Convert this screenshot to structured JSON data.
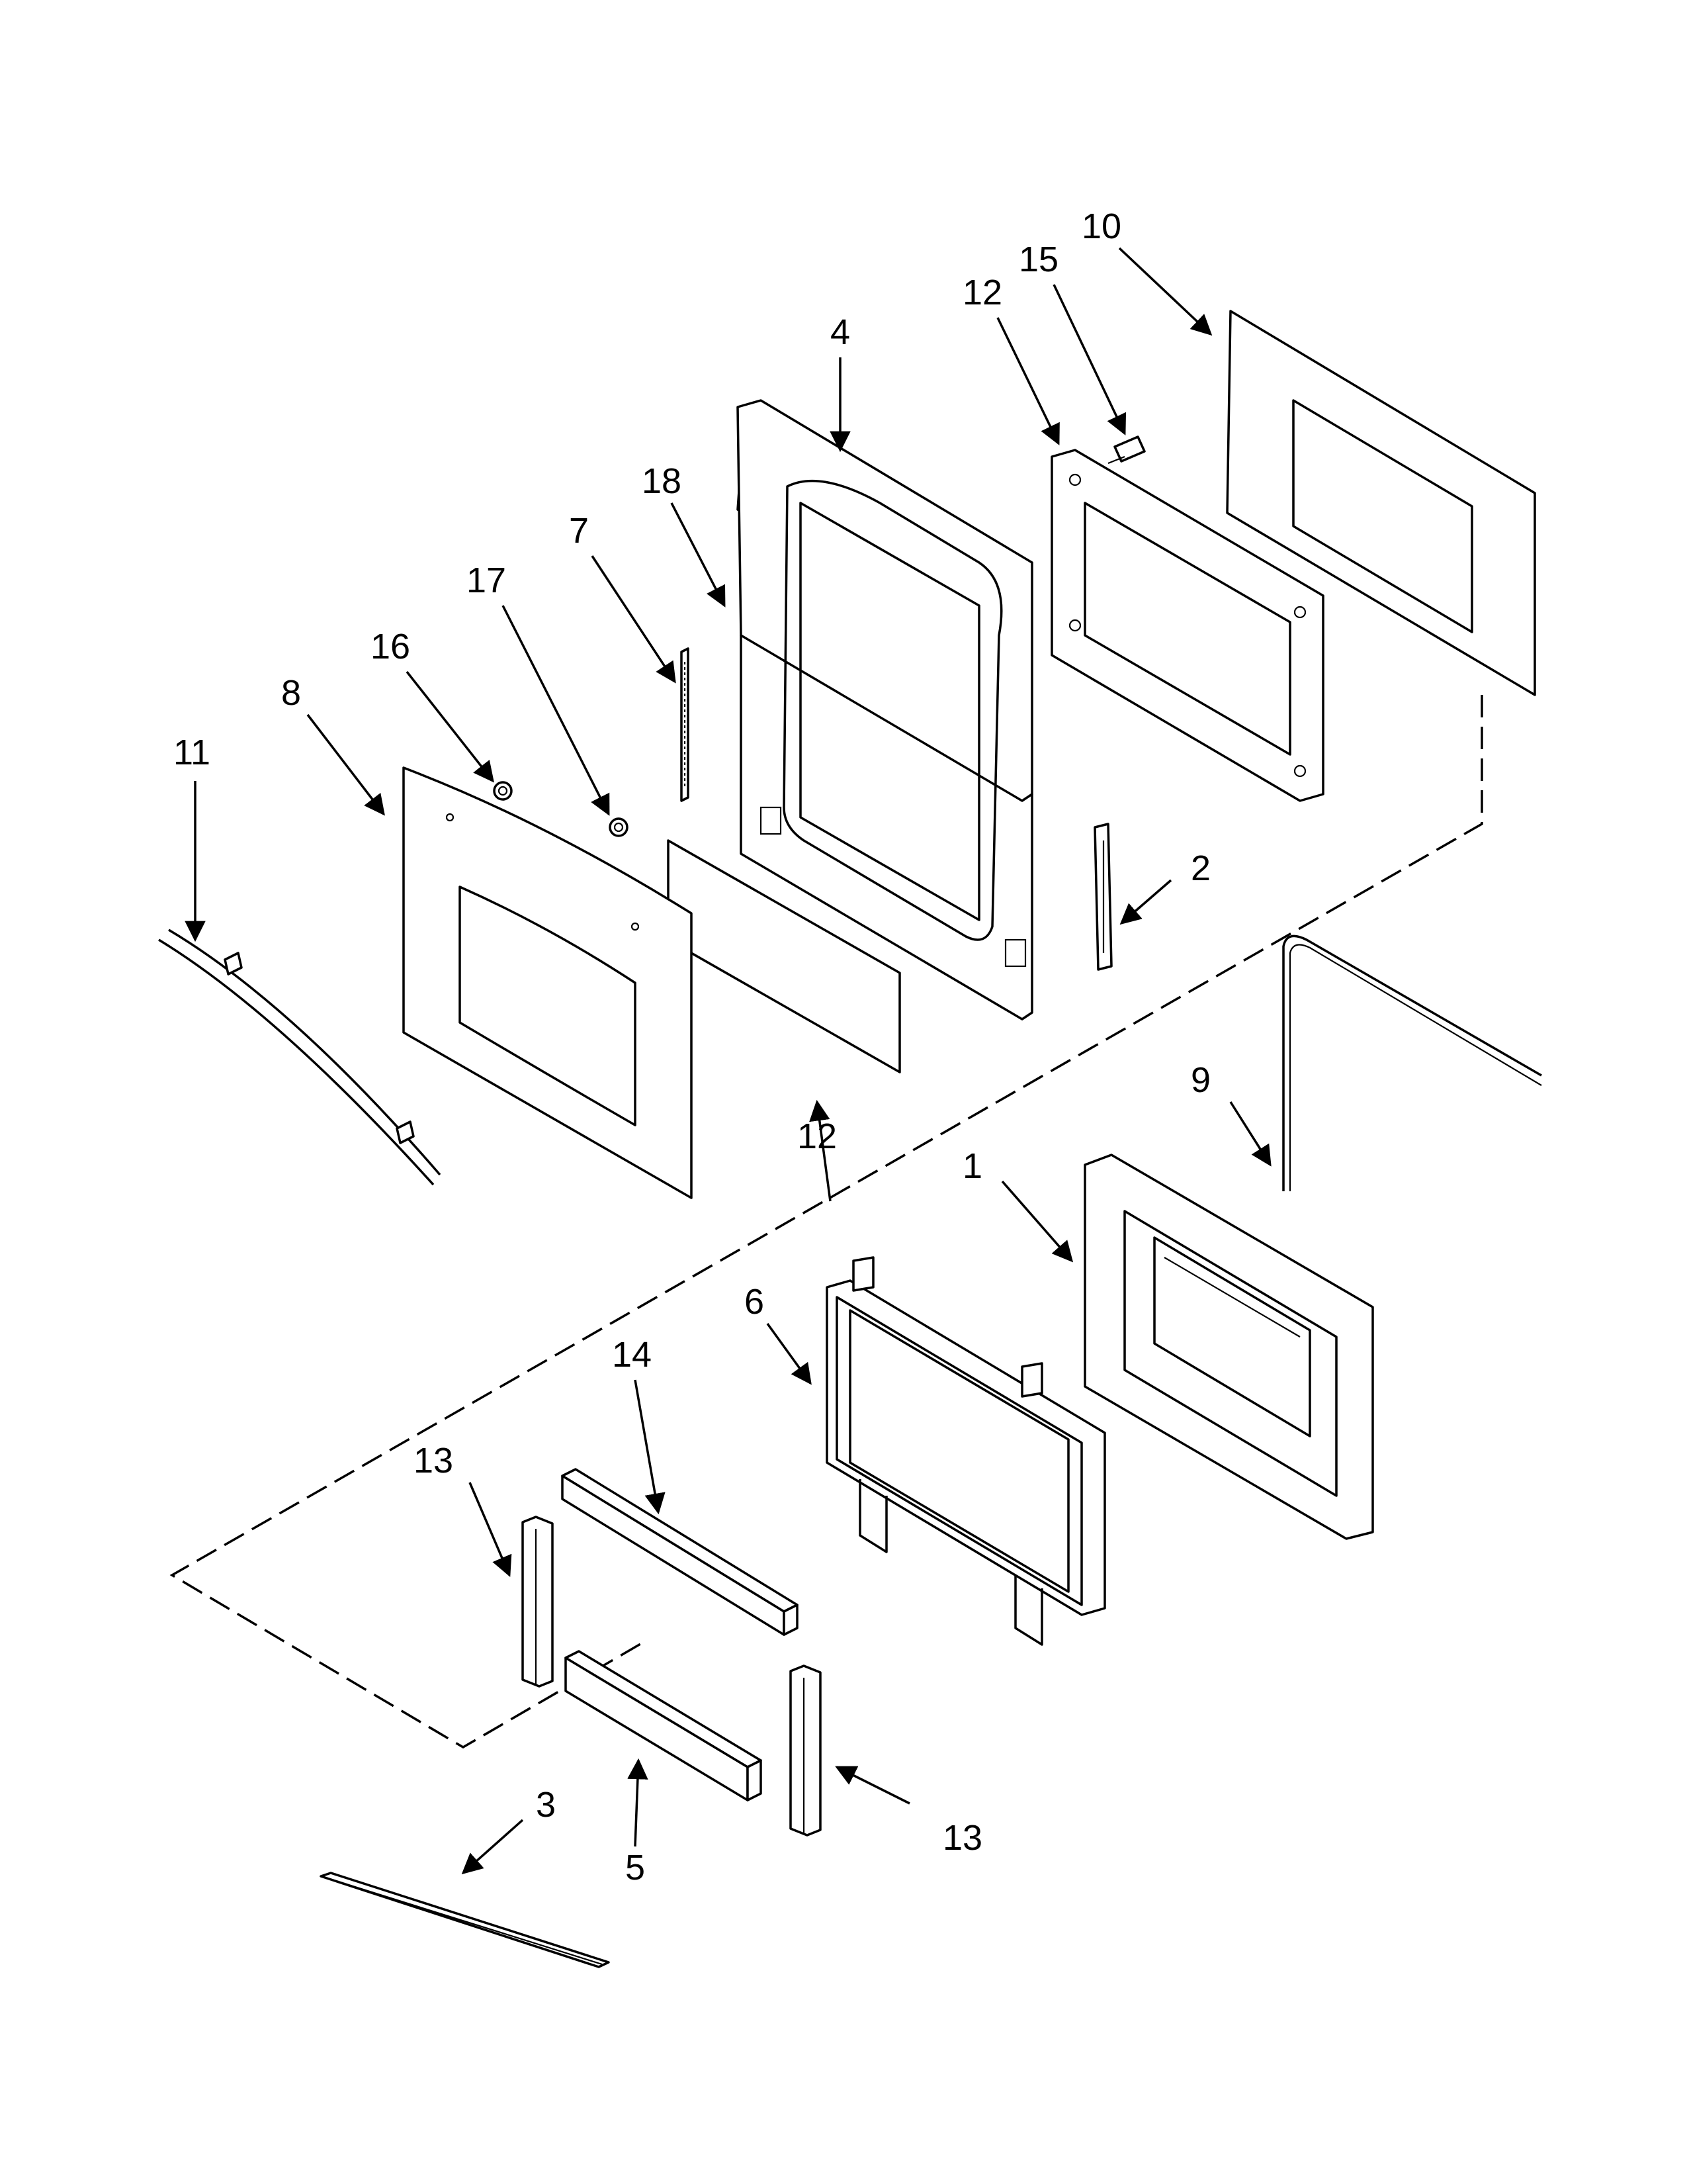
{
  "callouts": [
    {
      "id": "c10",
      "label": "10"
    },
    {
      "id": "c15",
      "label": "15"
    },
    {
      "id": "c12a",
      "label": "12"
    },
    {
      "id": "c4",
      "label": "4"
    },
    {
      "id": "c18",
      "label": "18"
    },
    {
      "id": "c7",
      "label": "7"
    },
    {
      "id": "c17",
      "label": "17"
    },
    {
      "id": "c16",
      "label": "16"
    },
    {
      "id": "c8",
      "label": "8"
    },
    {
      "id": "c11",
      "label": "11"
    },
    {
      "id": "c2",
      "label": "2"
    },
    {
      "id": "c12b",
      "label": "12"
    },
    {
      "id": "c9",
      "label": "9"
    },
    {
      "id": "c1",
      "label": "1"
    },
    {
      "id": "c6",
      "label": "6"
    },
    {
      "id": "c14",
      "label": "14"
    },
    {
      "id": "c13a",
      "label": "13"
    },
    {
      "id": "c13b",
      "label": "13"
    },
    {
      "id": "c3",
      "label": "3"
    },
    {
      "id": "c5",
      "label": "5"
    }
  ]
}
